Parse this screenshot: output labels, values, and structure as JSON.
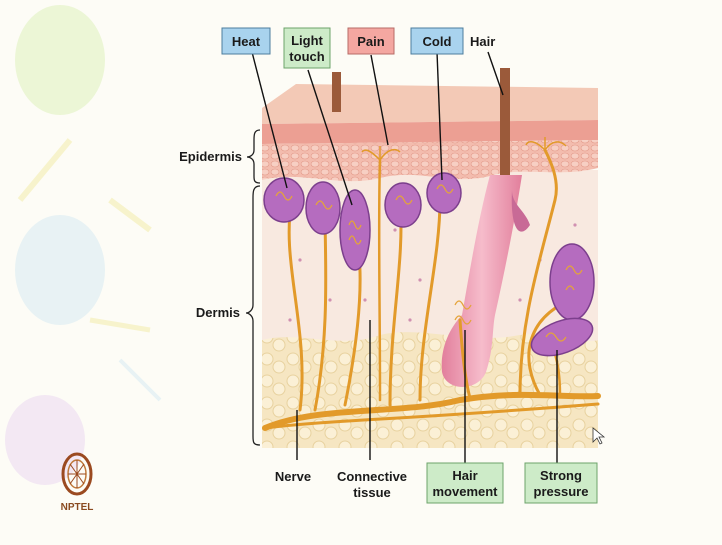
{
  "colors": {
    "background": "#fdfcf6",
    "blue_box": "#a9d3ee",
    "green_box": "#cdebc8",
    "pink_box": "#f4a7a1",
    "epidermis": "#f1b7a6",
    "dermis": "#f8e9e0",
    "nerve": "#e29a2a",
    "receptor": "#b56cbf",
    "fat": "#f6e6c2",
    "hair_follicle": "#ef9fb4"
  },
  "labels": {
    "heat": "Heat",
    "light_touch_1": "Light",
    "light_touch_2": "touch",
    "pain": "Pain",
    "cold": "Cold",
    "hair": "Hair",
    "epidermis": "Epidermis",
    "dermis": "Dermis",
    "nerve": "Nerve",
    "connective_1": "Connective",
    "connective_2": "tissue",
    "hair_movement_1": "Hair",
    "hair_movement_2": "movement",
    "strong_pressure_1": "Strong",
    "strong_pressure_2": "pressure"
  },
  "logo": {
    "text": "NPTEL",
    "icon": "nptel-wheel-icon"
  },
  "decor": {
    "icon": "balloon-icon"
  }
}
